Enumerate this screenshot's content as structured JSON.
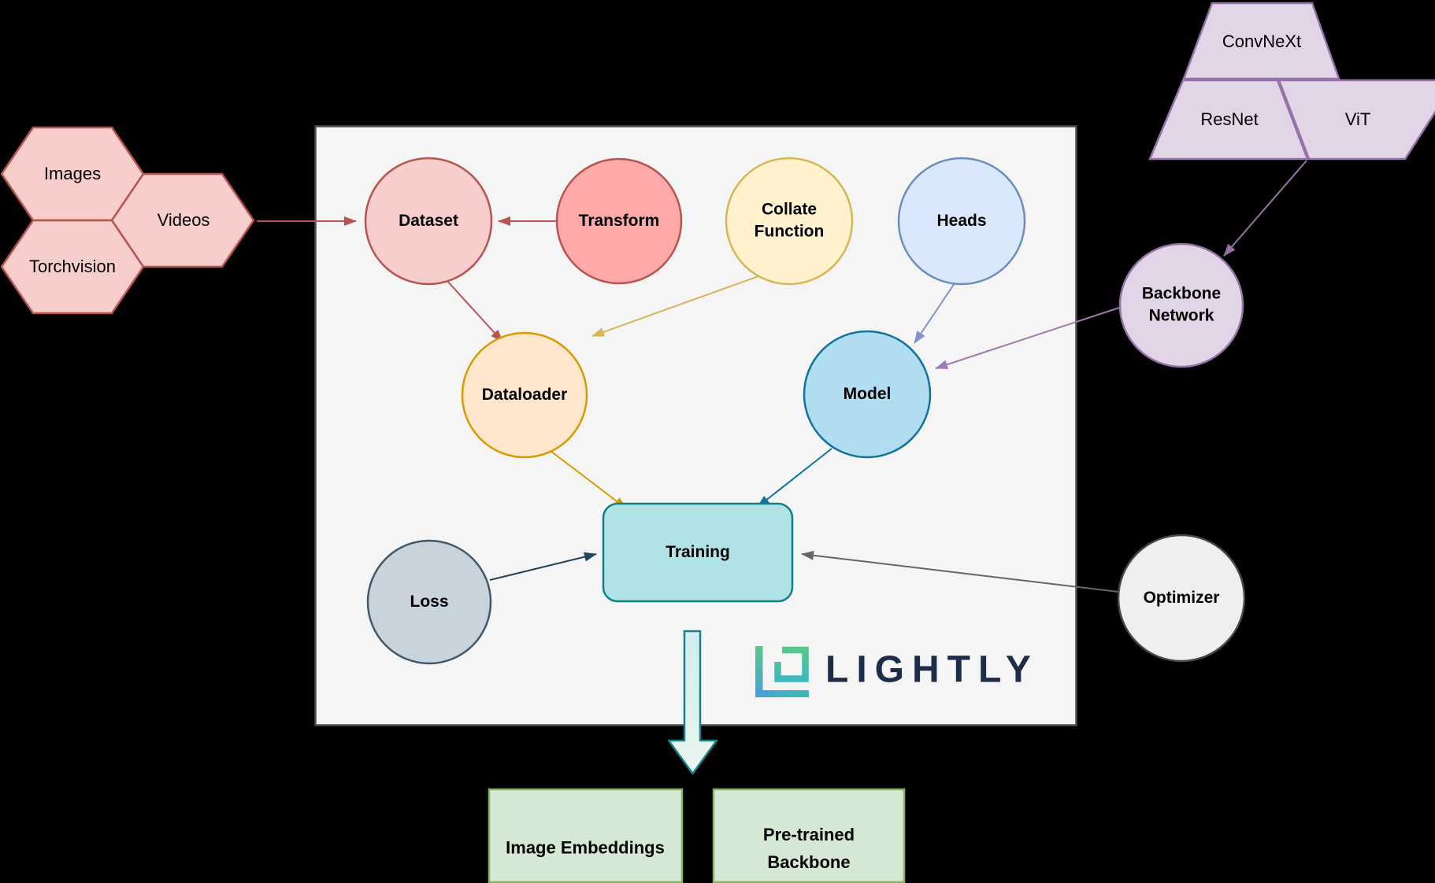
{
  "nodes": {
    "images": {
      "label": "Images"
    },
    "videos": {
      "label": "Videos"
    },
    "torchvision": {
      "label": "Torchvision"
    },
    "dataset": {
      "label": "Dataset"
    },
    "transform": {
      "label": "Transform"
    },
    "collate_function": {
      "label": "Collate\nFunction"
    },
    "heads": {
      "label": "Heads"
    },
    "dataloader": {
      "label": "Dataloader"
    },
    "model": {
      "label": "Model"
    },
    "training": {
      "label": "Training"
    },
    "loss": {
      "label": "Loss"
    },
    "optimizer": {
      "label": "Optimizer"
    },
    "backbone_network": {
      "label": "Backbone\nNetwork"
    },
    "convnext": {
      "label": "ConvNeXt"
    },
    "resnet": {
      "label": "ResNet"
    },
    "vit": {
      "label": "ViT"
    },
    "image_embeddings": {
      "label": "Image Embeddings"
    },
    "pretrained_backbone": {
      "label": "Pre-trained\nBackbone"
    }
  },
  "logo": {
    "wordmark": "LIGHTLY"
  },
  "edges": [
    {
      "from": "videos",
      "to": "dataset"
    },
    {
      "from": "transform",
      "to": "dataset"
    },
    {
      "from": "dataset",
      "to": "dataloader"
    },
    {
      "from": "collate_function",
      "to": "dataloader"
    },
    {
      "from": "heads",
      "to": "model"
    },
    {
      "from": "backbone_network",
      "to": "model"
    },
    {
      "from": "resnet_vit_junction",
      "to": "backbone_network"
    },
    {
      "from": "dataloader",
      "to": "training"
    },
    {
      "from": "model",
      "to": "training"
    },
    {
      "from": "loss",
      "to": "training"
    },
    {
      "from": "optimizer",
      "to": "training"
    },
    {
      "from": "training",
      "to": "outputs"
    }
  ],
  "colors": {
    "background": "#000000",
    "panel_fill": "#f5f5f5",
    "panel_border": "#4d4d4d",
    "red_fill": "#f8cecc",
    "red_border": "#b85450",
    "salmon_fill": "#ffaaaa",
    "yellow_fill": "#fff2cc",
    "yellow_border": "#d6b656",
    "lightblue_fill": "#dae8fc",
    "lightblue_border": "#6c8ebf",
    "orange_fill": "#ffe6cc",
    "orange_border": "#d79b00",
    "blue_fill": "#b1ddf0",
    "blue_border": "#10739e",
    "teal_fill": "#b0e3e6",
    "teal_border": "#0e8088",
    "gray_fill": "#c9d3dc",
    "gray_border": "#41596f",
    "optimizer_fill": "#efefef",
    "optimizer_border": "#43484c",
    "purple_fill": "#e1d5e7",
    "purple_border": "#9673a6",
    "green_fill": "#d5e8d4",
    "green_border": "#82b366",
    "navy_arrow": "#23445d",
    "gray_arrow": "#666666",
    "logo_navy": "#1d2c4a"
  }
}
